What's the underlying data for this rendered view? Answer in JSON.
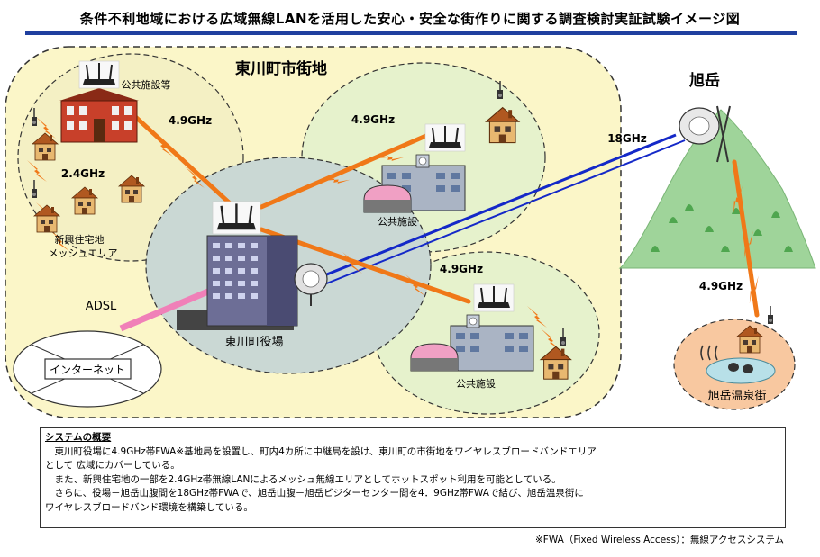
{
  "title": "条件不利地域における広域無線LANを活用した安心・安全な街作りに関する調査検討実証試験イメージ図",
  "colors": {
    "accent": "#1f3f9f",
    "area_fill": "#fbf6c8",
    "signal": "#f07818",
    "mountain": "#9fd49a",
    "onsen": "#f8c8a0"
  },
  "diagram": {
    "area_label": "東川町市街地",
    "mountain_label": "旭岳",
    "public_facility_top": "公共施設等",
    "freq_49_a": "4.9GHz",
    "freq_24": "2.4GHz",
    "mesh_label_1": "新興住宅地",
    "mesh_label_2": "メッシュエリア",
    "freq_49_b": "4.9GHz",
    "public_facility_mid": "公共施設",
    "freq_49_c": "4.9GHz",
    "public_facility_low": "公共施設",
    "freq_18": "18GHz",
    "freq_49_d": "4.9GHz",
    "town_hall": "東川町役場",
    "adsl": "ADSL",
    "internet": "インターネット",
    "onsen": "旭岳温泉街"
  },
  "summary": {
    "heading": "システムの概要",
    "lines": [
      "　東川町役場に4.9GHz帯FWA※基地局を設置し、町内4カ所に中継局を設け、東川町の市街地をワイヤレスブロードバンドエリア",
      "として 広域にカバーしている。",
      "　また、新興住宅地の一部を2.4GHz帯無線LANによるメッシュ無線エリアとしてホットスポット利用を可能としている。",
      "　さらに、役場－旭岳山腹間を18GHz帯FWAで、旭岳山腹－旭岳ビジターセンター間を4．9GHz帯FWAで結び、旭岳温泉街に",
      "ワイヤレスブロードバンド環境を構築している。"
    ]
  },
  "footnote": "※FWA（Fixed Wireless Access）：無線アクセスシステム"
}
